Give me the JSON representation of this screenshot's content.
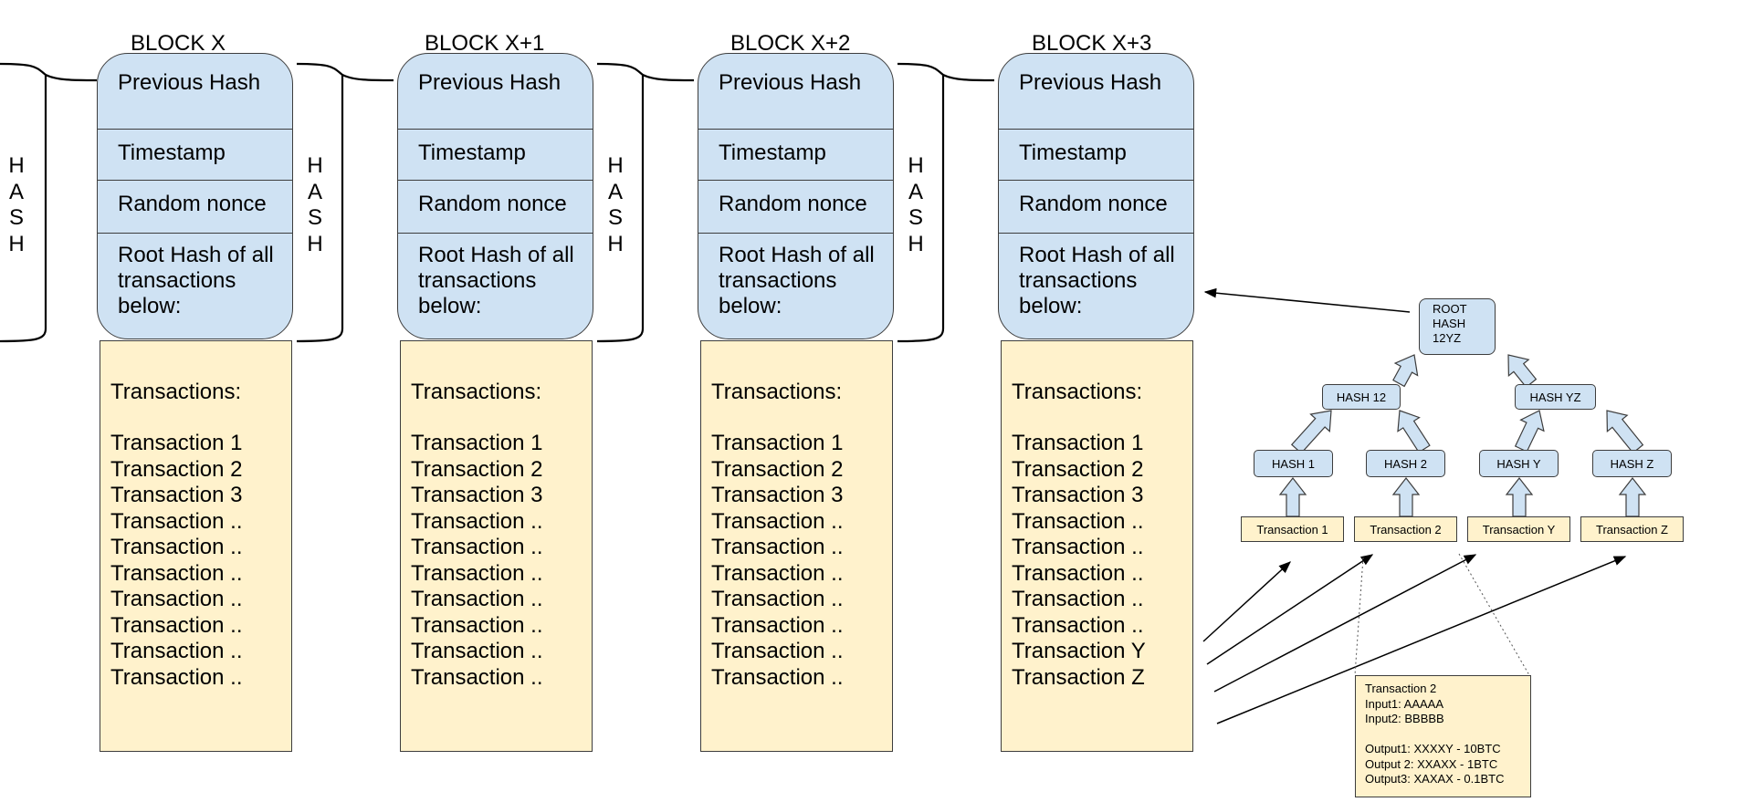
{
  "blocks": [
    {
      "title": "BLOCK X",
      "fields": [
        "Previous Hash",
        "Timestamp",
        "Random nonce",
        "Root Hash of all transactions below:"
      ],
      "transactions_title": "Transactions:",
      "transactions": [
        "Transaction 1",
        "Transaction 2",
        "Transaction 3",
        "Transaction ..",
        "Transaction ..",
        "Transaction ..",
        "Transaction ..",
        "Transaction ..",
        "Transaction ..",
        "Transaction .."
      ]
    },
    {
      "title": "BLOCK X+1",
      "fields": [
        "Previous Hash",
        "Timestamp",
        "Random nonce",
        "Root Hash of all transactions below:"
      ],
      "transactions_title": "Transactions:",
      "transactions": [
        "Transaction 1",
        "Transaction 2",
        "Transaction 3",
        "Transaction ..",
        "Transaction ..",
        "Transaction ..",
        "Transaction ..",
        "Transaction ..",
        "Transaction ..",
        "Transaction .."
      ]
    },
    {
      "title": "BLOCK X+2",
      "fields": [
        "Previous Hash",
        "Timestamp",
        "Random nonce",
        "Root Hash of all transactions below:"
      ],
      "transactions_title": "Transactions:",
      "transactions": [
        "Transaction 1",
        "Transaction 2",
        "Transaction 3",
        "Transaction ..",
        "Transaction ..",
        "Transaction ..",
        "Transaction ..",
        "Transaction ..",
        "Transaction ..",
        "Transaction .."
      ]
    },
    {
      "title": "BLOCK X+3",
      "fields": [
        "Previous Hash",
        "Timestamp",
        "Random nonce",
        "Root Hash of all transactions below:"
      ],
      "transactions_title": "Transactions:",
      "transactions": [
        "Transaction 1",
        "Transaction 2",
        "Transaction 3",
        "Transaction ..",
        "Transaction ..",
        "Transaction ..",
        "Transaction ..",
        "Transaction ..",
        "Transaction Y",
        "Transaction Z"
      ]
    }
  ],
  "hash_label": "HASH",
  "merkle": {
    "root": [
      "ROOT",
      "HASH",
      "12YZ"
    ],
    "level1": [
      "HASH 12",
      "HASH YZ"
    ],
    "level2": [
      "HASH 1",
      "HASH 2",
      "HASH Y",
      "HASH Z"
    ],
    "leaves": [
      "Transaction 1",
      "Transaction 2",
      "Transaction Y",
      "Transaction Z"
    ]
  },
  "detail": [
    "Transaction 2",
    "Input1: AAAAA",
    "Input2: BBBBB",
    "",
    "Output1: XXXXY - 10BTC",
    "Output 2: XXAXX - 1BTC",
    "Output3: XAXAX - 0.1BTC"
  ],
  "colors": {
    "header_fill": "#cfe2f3",
    "transactions_fill": "#fff2cc",
    "stroke": "#3d3d3d"
  }
}
